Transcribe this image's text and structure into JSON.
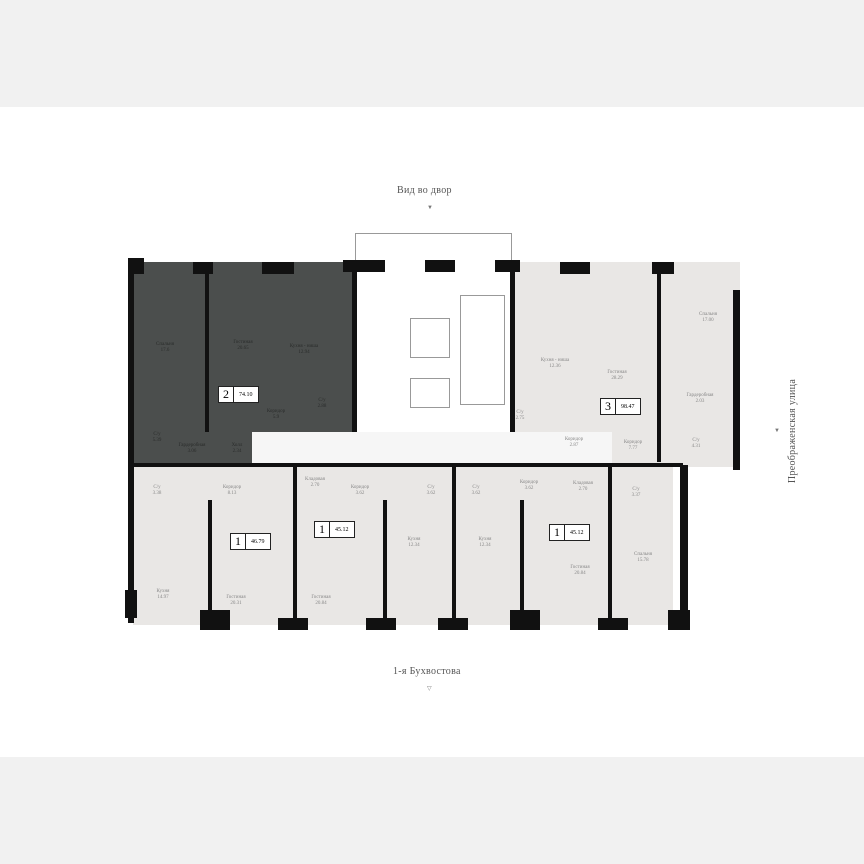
{
  "directions": {
    "top": "Вид во двор",
    "bottom": "1-я Бухвостова",
    "right": "Преображенская улица"
  },
  "colors": {
    "selected_apartment": "#4b4e4d",
    "apartment": "#e9e7e5",
    "wall": "#111111",
    "background": "#f1f1f1"
  },
  "apartments": [
    {
      "rooms": "2",
      "area": "74.10",
      "selected": true
    },
    {
      "rooms": "3",
      "area": "98.47"
    },
    {
      "rooms": "1",
      "area": "46.79"
    },
    {
      "rooms": "1",
      "area": "45.12"
    },
    {
      "rooms": "1",
      "area": "45.12"
    }
  ],
  "rooms": [
    {
      "name": "Спальня",
      "area": "17.6"
    },
    {
      "name": "Гостиная",
      "area": "20.65"
    },
    {
      "name": "Кухня - ниша",
      "area": "12.94"
    },
    {
      "name": "Коридор",
      "area": "5.9"
    },
    {
      "name": "С/у",
      "area": "2.88"
    },
    {
      "name": "С/у",
      "area": "5.39"
    },
    {
      "name": "Гардеробная",
      "area": "3.06"
    },
    {
      "name": "Холл",
      "area": "2.34"
    },
    {
      "name": "Кухня - ниша",
      "area": "12.36"
    },
    {
      "name": "Гостиная",
      "area": "28.29"
    },
    {
      "name": "Спальня",
      "area": "17.00"
    },
    {
      "name": "Гардеробная",
      "area": "2.03"
    },
    {
      "name": "С/у",
      "area": "2.75"
    },
    {
      "name": "С/у",
      "area": "4.31"
    },
    {
      "name": "Коридор",
      "area": "2.87"
    },
    {
      "name": "Коридор",
      "area": "7.77"
    },
    {
      "name": "С/у",
      "area": "3.38"
    },
    {
      "name": "Коридор",
      "area": "8.13"
    },
    {
      "name": "Кухня",
      "area": "14.97"
    },
    {
      "name": "Гостиная",
      "area": "20.31"
    },
    {
      "name": "Кладовая",
      "area": "2.70"
    },
    {
      "name": "Коридор",
      "area": "3.62"
    },
    {
      "name": "Гостиная",
      "area": "20.84"
    },
    {
      "name": "С/у",
      "area": "3.62"
    },
    {
      "name": "Кухня",
      "area": "12.34"
    },
    {
      "name": "С/у",
      "area": "3.62"
    },
    {
      "name": "Кухня",
      "area": "12.34"
    },
    {
      "name": "Коридор",
      "area": "3.62"
    },
    {
      "name": "Кладовая",
      "area": "2.70"
    },
    {
      "name": "Гостиная",
      "area": "20.84"
    },
    {
      "name": "С/у",
      "area": "3.37"
    },
    {
      "name": "Спальня",
      "area": "15.78"
    }
  ]
}
